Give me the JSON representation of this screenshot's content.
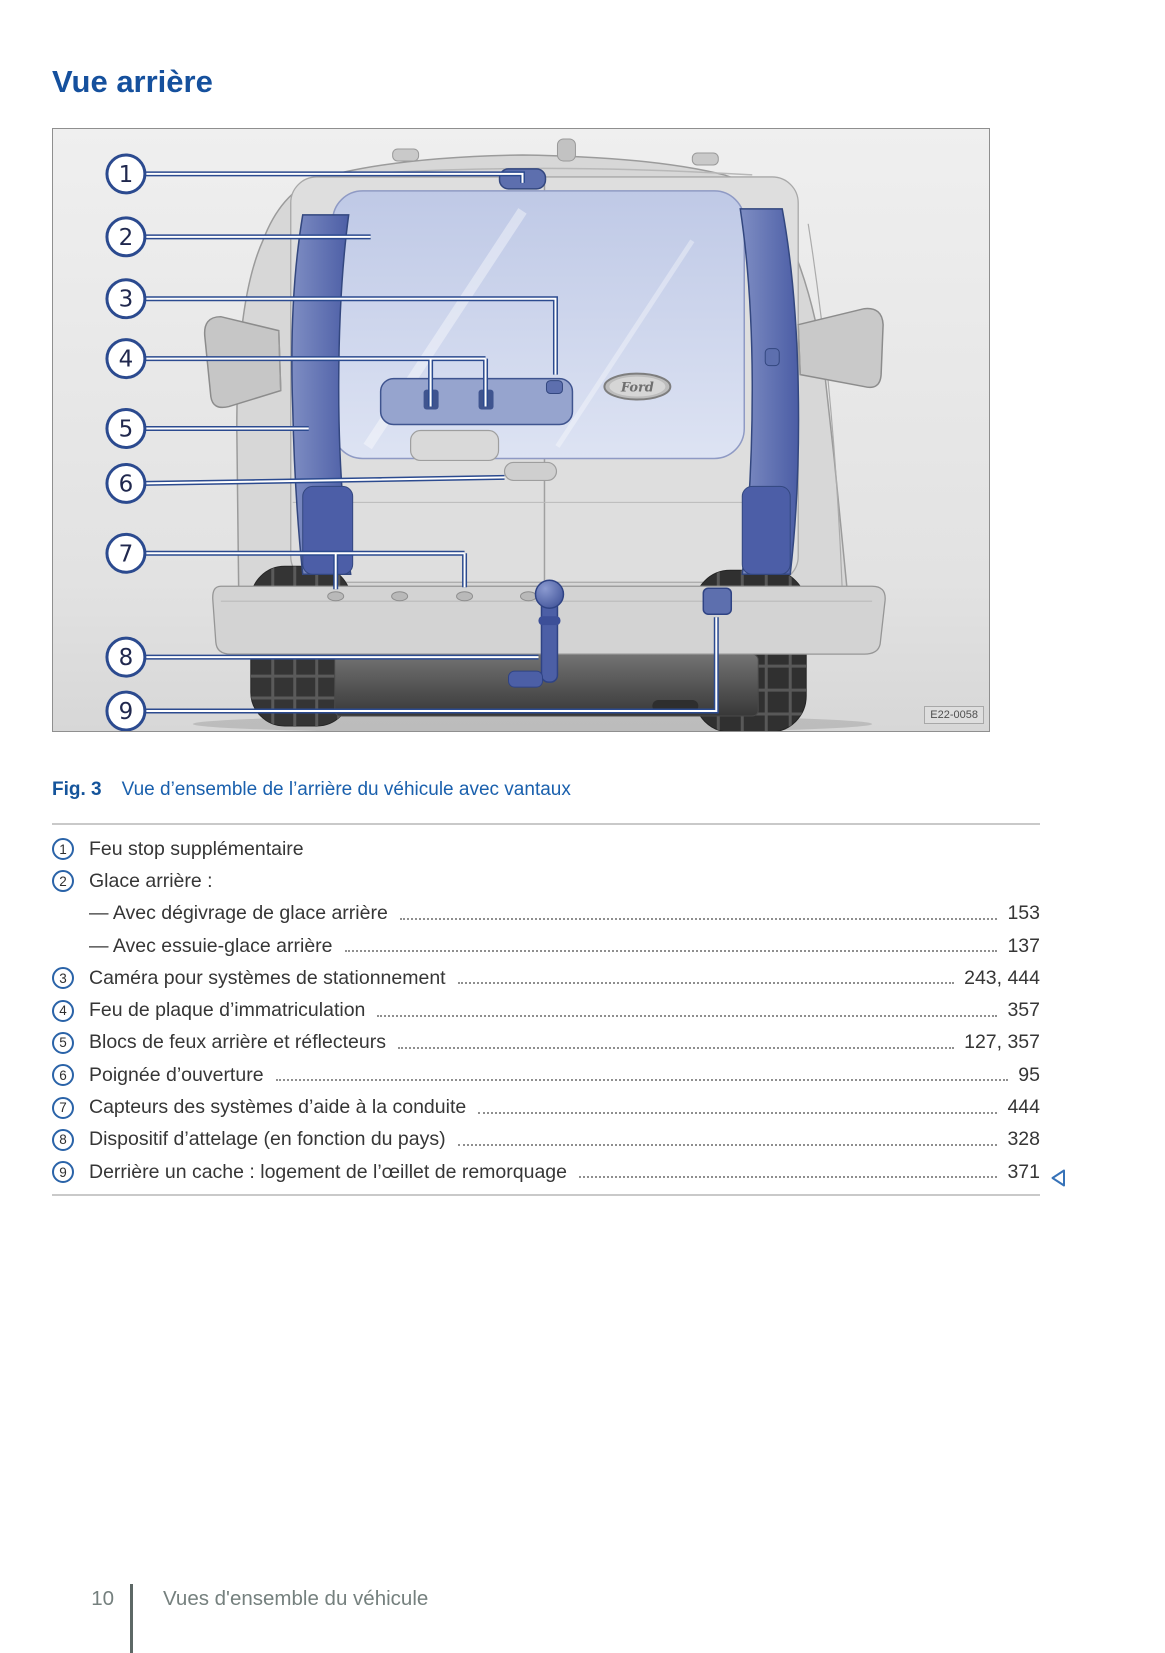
{
  "page": {
    "title": "Vue arrière"
  },
  "figure": {
    "caption_label": "Fig. 3",
    "caption_text": "Vue d’ensemble de l’arrière du véhicule avec vantaux",
    "image_code": "E22-0058",
    "brand_badge": "Ford",
    "callouts": [
      "1",
      "2",
      "3",
      "4",
      "5",
      "6",
      "7",
      "8",
      "9"
    ]
  },
  "legend": {
    "rows": [
      {
        "num": "1",
        "label": "Feu stop supplémentaire",
        "pages": ""
      },
      {
        "num": "2",
        "label": "Glace arrière :",
        "pages": ""
      },
      {
        "num": "",
        "label": "— Avec dégivrage de glace arrière",
        "pages": "153"
      },
      {
        "num": "",
        "label": "— Avec essuie-glace arrière",
        "pages": "137"
      },
      {
        "num": "3",
        "label": "Caméra pour systèmes de stationnement",
        "pages": "243, 444"
      },
      {
        "num": "4",
        "label": "Feu de plaque d’immatriculation",
        "pages": "357"
      },
      {
        "num": "5",
        "label": "Blocs de feux arrière et réflecteurs",
        "pages": "127, 357"
      },
      {
        "num": "6",
        "label": "Poignée d’ouverture",
        "pages": "95"
      },
      {
        "num": "7",
        "label": "Capteurs des systèmes d’aide à la conduite",
        "pages": "444"
      },
      {
        "num": "8",
        "label": "Dispositif d’attelage (en fonction du pays)",
        "pages": "328"
      },
      {
        "num": "9",
        "label": "Derrière un cache : logement de l’œillet de remorquage",
        "pages": "371"
      }
    ]
  },
  "footer": {
    "page_number": "10",
    "section": "Vues d'ensemble du véhicule"
  },
  "colors": {
    "accent_blue": "#15509D",
    "caption_blue": "#1A60AD",
    "callout_blue": "#2B4A8F",
    "text": "#363636",
    "footer_gray": "#75807E",
    "highlight_blue": "#5D6FAE"
  }
}
